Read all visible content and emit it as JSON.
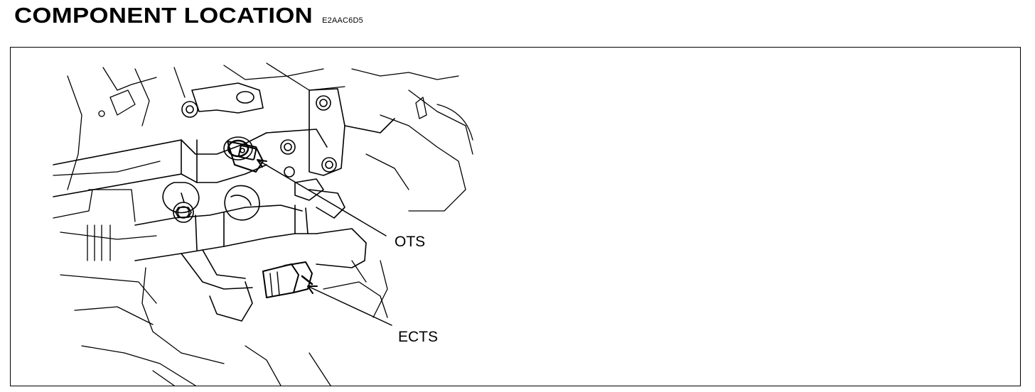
{
  "header": {
    "title": "COMPONENT LOCATION",
    "code": "E2AAC6D5"
  },
  "figure": {
    "callouts": {
      "ots": "OTS",
      "ects": "ECTS"
    }
  }
}
